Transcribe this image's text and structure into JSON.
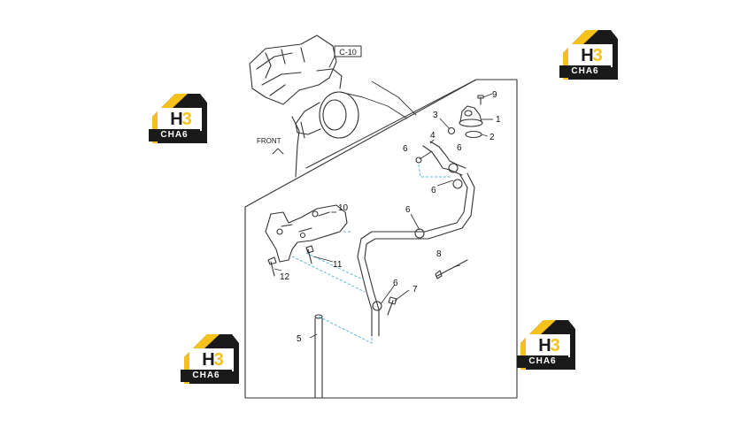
{
  "diagram": {
    "ref_box": "C-10",
    "front_label": "FRONT",
    "callouts": [
      {
        "id": "c1",
        "text": "1"
      },
      {
        "id": "c2",
        "text": "2"
      },
      {
        "id": "c3",
        "text": "3"
      },
      {
        "id": "c4",
        "text": "4"
      },
      {
        "id": "c5",
        "text": "5"
      },
      {
        "id": "c6a",
        "text": "6"
      },
      {
        "id": "c6b",
        "text": "6"
      },
      {
        "id": "c6c",
        "text": "6"
      },
      {
        "id": "c6d",
        "text": "6"
      },
      {
        "id": "c6e",
        "text": "6"
      },
      {
        "id": "c7",
        "text": "7"
      },
      {
        "id": "c8",
        "text": "8"
      },
      {
        "id": "c9",
        "text": "9"
      },
      {
        "id": "c10",
        "text": "10"
      },
      {
        "id": "c11",
        "text": "11"
      },
      {
        "id": "c12",
        "text": "12"
      }
    ]
  },
  "watermarks": [
    {
      "id": "wm1",
      "mark": "H",
      "digit": "3",
      "tag": "CHA6"
    },
    {
      "id": "wm2",
      "mark": "H",
      "digit": "3",
      "tag": "CHA6"
    },
    {
      "id": "wm3",
      "mark": "H",
      "digit": "3",
      "tag": "CHA6"
    },
    {
      "id": "wm4",
      "mark": "H",
      "digit": "3",
      "tag": "CHA6"
    }
  ],
  "colors": {
    "line": "#333333",
    "leader": "#5ab8d8",
    "logo_yellow": "#f4c21a",
    "logo_dark": "#1a1a1a"
  }
}
